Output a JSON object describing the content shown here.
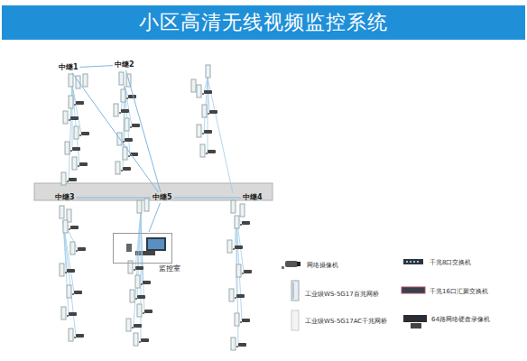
{
  "diagram": {
    "title": "小区高清无线视频监控系统",
    "nodes": [
      {
        "text": [
          "中继1"
        ]
      },
      {
        "text": [
          "中继2"
        ]
      },
      {
        "text": [
          "中继3"
        ]
      },
      {
        "text": [
          "中继5"
        ]
      },
      {
        "text": [
          "中继4"
        ]
      },
      {
        "text": [
          "监控室"
        ]
      }
    ],
    "edges": [
      {
        "from": 0,
        "to": 1,
        "arrow": "none"
      },
      {
        "from": 0,
        "to": 3,
        "arrow": "none"
      },
      {
        "from": 1,
        "to": 3,
        "arrow": "none"
      },
      {
        "from": 2,
        "to": 3,
        "arrow": "none"
      },
      {
        "from": 4,
        "to": 3,
        "arrow": "none"
      },
      {
        "from": 3,
        "to": 5,
        "arrow": "none"
      }
    ],
    "legend": [
      {
        "text": "网络摄像机"
      },
      {
        "text": "工业级WS-5G17百兆网桥"
      },
      {
        "text": "工业级WS-5G17AC千兆网桥"
      },
      {
        "text": "千兆8口交换机"
      },
      {
        "text": "千兆16口汇聚交换机"
      },
      {
        "text": "64路网络硬盘录像机"
      }
    ]
  }
}
